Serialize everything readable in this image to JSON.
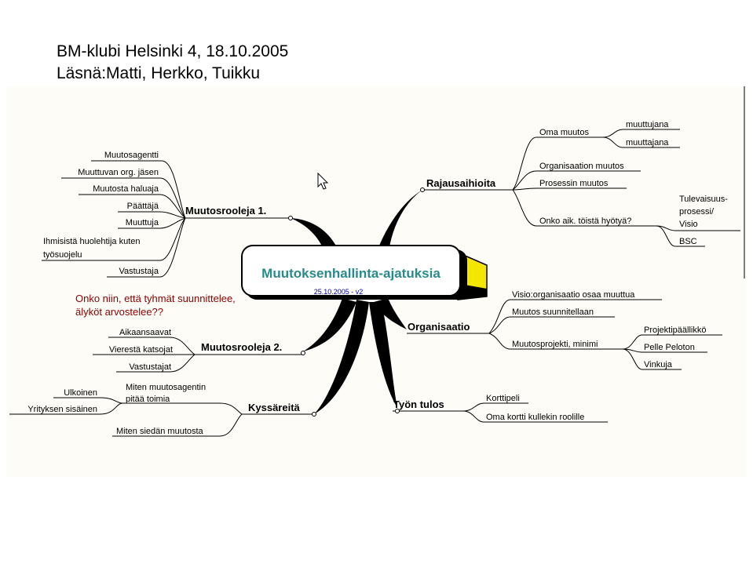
{
  "header": {
    "line1": "BM-klubi Helsinki 4,   18.10.2005",
    "line2": "Läsnä:Matti, Herkko, Tuikku"
  },
  "center": {
    "title": "Muutoksenhallinta-ajatuksia",
    "subtitle": "25.10.2005 - v2",
    "title_color": "#2a8a8a",
    "subtitle_color": "#0000a0",
    "accent_color": "#f5e600"
  },
  "question_note": {
    "line1": "Onko niin, että tyhmät suunnittelee,",
    "line2": "älyköt arvostelee??",
    "color": "#8b0000"
  },
  "branches": {
    "muutosrooleja1": {
      "label": "Muutosrooleja 1.",
      "items": [
        "Muutosagentti",
        "Muuttuvan org. jäsen",
        "Muutosta haluaja",
        "Päättäjä",
        "Muuttuja"
      ],
      "item_multi": [
        "Ihmisistä huolehtija kuten",
        "työsuojelu"
      ],
      "last": "Vastustaja"
    },
    "muutosrooleja2": {
      "label": "Muutosrooleja 2.",
      "items": [
        "Aikaansaavat",
        "Vierestä katsojat",
        "Vastustajat"
      ]
    },
    "kyssareita": {
      "label": "Kyssäreitä",
      "q1": [
        "Miten muutosagentin",
        "pitää toimia"
      ],
      "q1_children": [
        "Ulkoinen",
        "Yrityksen sisäinen"
      ],
      "q2": "Miten siedän muutosta"
    },
    "rajausaihioita": {
      "label": "Rajausaihioita",
      "oma_muutos": "Oma muutos",
      "oma_children": [
        "muuttujana",
        "muuttajana"
      ],
      "org_muutos": "Organisaation muutos",
      "prosessin": "Prosessin muutos",
      "onko": "Onko aik. töistä hyötyä?",
      "onko_child1": [
        "Tulevaisuus-",
        "prosessi/",
        "Visio"
      ],
      "onko_child2": "BSC"
    },
    "organisaatio": {
      "label": "Organisaatio",
      "visio": "Visio:organisaatio osaa muuttua",
      "suunnitellaan": "Muutos suunnitellaan",
      "projekti": "Muutosprojekti, minimi",
      "projekti_children": [
        "Projektipäällikkö",
        "Pelle Peloton",
        "Vinkuja"
      ]
    },
    "tyon_tulos": {
      "label": "Työn tulos",
      "items": [
        "Korttipeli",
        "Oma kortti kullekin roolille"
      ]
    }
  }
}
